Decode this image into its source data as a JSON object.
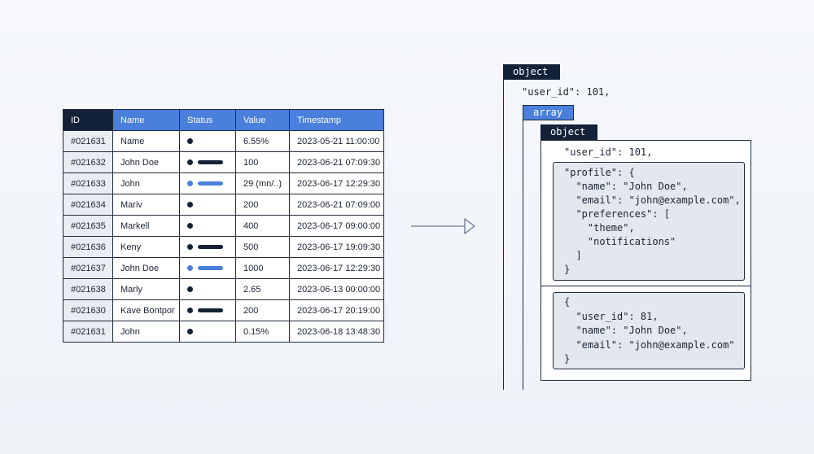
{
  "table": {
    "headers": [
      "ID",
      "Name",
      "Status",
      "Value",
      "Timestamp"
    ],
    "rows": [
      {
        "id": "#021631",
        "name": "Name",
        "status": "dot",
        "value": "6.55%",
        "timestamp": "2023-05-21 11:00:00"
      },
      {
        "id": "#021632",
        "name": "John Doe",
        "status": "dot-bar",
        "value": "100",
        "timestamp": "2023-06-21 07:09:30"
      },
      {
        "id": "#021633",
        "name": "John",
        "status": "dot-bar-blue",
        "value": "29 (mn/..)",
        "timestamp": "2023-06-17 12:29:30"
      },
      {
        "id": "#021634",
        "name": "Mariv",
        "status": "dot",
        "value": "200",
        "timestamp": "2023-06-21 07:09:00"
      },
      {
        "id": "#021635",
        "name": "Markell",
        "status": "dot",
        "value": "400",
        "timestamp": "2023-06-17 09:00:00"
      },
      {
        "id": "#021636",
        "name": "Keny",
        "status": "dot-bar",
        "value": "500",
        "timestamp": "2023-06-17 19:09:30"
      },
      {
        "id": "#021637",
        "name": "John Doe",
        "status": "dot-bar-blue",
        "value": "1000",
        "timestamp": "2023-06-17 12:29:30"
      },
      {
        "id": "#021638",
        "name": "Marly",
        "status": "dot",
        "value": "2.65",
        "timestamp": "2023-06-13 00:00:00"
      },
      {
        "id": "#021630",
        "name": "Kave Bontpor",
        "status": "dot-bar",
        "value": "200",
        "timestamp": "2023-06-17 20:19:00"
      },
      {
        "id": "#021631",
        "name": "John",
        "status": "dot",
        "value": "0.15%",
        "timestamp": "2023-06-18 13:48:30"
      }
    ]
  },
  "json_tree": {
    "root_tag": "object",
    "root_field": "\"user_id\": 101,",
    "array_tag": "array",
    "item_tag": "object",
    "item_field": "\"user_id\": 101,",
    "profile_lines": [
      "\"profile\": {",
      "  \"name\": \"John Doe\",",
      "  \"email\": \"john@example.com\",",
      "  \"preferences\": [",
      "    \"theme\",",
      "    \"notifications\"",
      "  ]",
      "}"
    ],
    "second_item_lines": [
      "{",
      "  \"user_id\": 81,",
      "  \"name\": \"John Doe\",",
      "  \"email\": \"john@example.com\"",
      "}"
    ]
  },
  "colors": {
    "accent_blue": "#4a7fdc",
    "navy": "#132238",
    "panel_gray": "#e3e8f0"
  }
}
